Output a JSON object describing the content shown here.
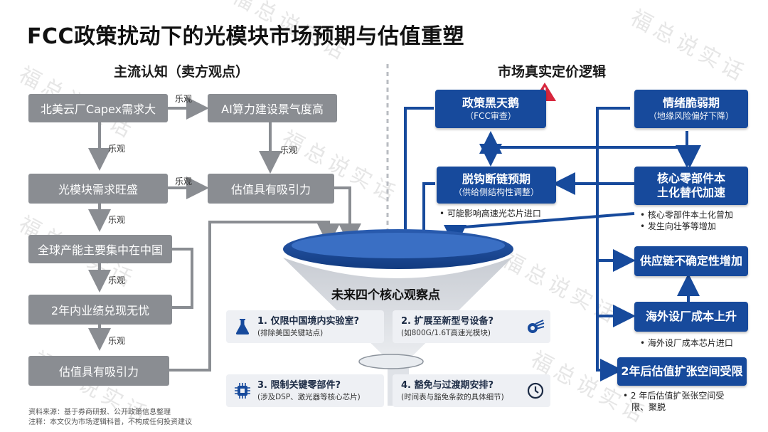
{
  "title": "FCC政策扰动下的光模块市场预期与估值重塑",
  "left": {
    "heading": "主流认知（卖方观点）",
    "boxes": [
      "北美云厂Capex需求大",
      "光模块需求旺盛",
      "全球产能主要集中在中国",
      "2年内业绩兑现无忧",
      "估值具有吸引力"
    ],
    "right_boxes": [
      "AI算力建设景气度高",
      "估值具有吸引力"
    ],
    "labels": [
      "乐观",
      "乐观",
      "乐观",
      "乐观",
      "乐观",
      "乐观",
      "乐观"
    ]
  },
  "right": {
    "heading": "市场真实定价逻辑",
    "policy": {
      "title": "政策黑天鹅",
      "sub": "（FCC审查）"
    },
    "decouple": {
      "title": "脱钩断链预期",
      "sub": "（供给侧结构性调整）",
      "bullet": "• 可能影响高速光芯片进口"
    },
    "sentiment": {
      "title": "情绪脆弱期",
      "sub": "（地缘风险偏好下降）"
    },
    "core": {
      "title1": "核心零部件本",
      "title2": "土化替代加速",
      "bullets": [
        "• 核心零部件本土化曾加",
        "• 发生向壮筝等增加"
      ]
    },
    "supply": {
      "title": "供应链不确定性增加"
    },
    "overseas": {
      "title": "海外设厂成本上升",
      "bullet": "• 海外设厂成本芯片进口"
    },
    "valuation": {
      "title": "2年后估值扩张空间受限",
      "bullet1": "• 2 年后估值扩张张空间受",
      "bullet2": "限、聚脱"
    }
  },
  "funnel": {
    "title": "未来四个核心观察点",
    "cards": [
      {
        "title": "1. 仅限中国境内实验室?",
        "sub": "(排除美国关键站点)",
        "icon": "flask-icon"
      },
      {
        "title": "2. 扩展至新型号设备?",
        "sub": "(如800G/1.6T高速光模块)",
        "icon": "fiber-cable-icon"
      },
      {
        "title": "3. 限制关键零部件?",
        "sub": "(涉及DSP、激光器等核心芯片)",
        "icon": "chip-icon"
      },
      {
        "title": "4. 豁免与过渡期安排?",
        "sub": "(时间表与豁免条款的具体细节)",
        "icon": "clock-icon"
      }
    ]
  },
  "footer": {
    "source": "资料来源：基于券商研报、公开政策信息整理",
    "note": "注释：本文仅为市场逻辑科普，不构成任何投资建议"
  },
  "watermark": "福总说实话",
  "colors": {
    "blue": "#174a9c",
    "gray": "#8a8d92",
    "warn": "#d7263d",
    "card": "#eef0f4"
  }
}
